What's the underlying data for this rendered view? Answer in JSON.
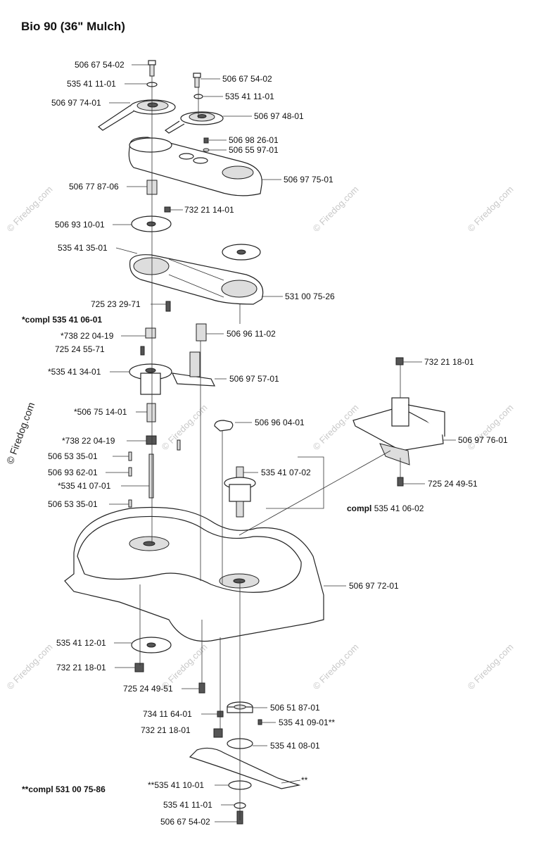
{
  "title": "Bio 90 (36\" Mulch)",
  "watermark": "© Firedog.com",
  "side_watermark": "© Firedog.com",
  "labels": {
    "l01": "506 67 54-02",
    "l02": "535 41 11-01",
    "l03": "506 97 74-01",
    "l04": "506 67 54-02",
    "l05": "535 41 11-01",
    "l06": "506 97 48-01",
    "l07": "506 98 26-01",
    "l08": "506 55 97-01",
    "l09": "506 97 75-01",
    "l10": "506 77 87-06",
    "l11": "732 21 14-01",
    "l12": "506 93 10-01",
    "l13": "535 41 35-01",
    "l14": "531 00 75-26",
    "l15": "725 23 29-71",
    "l16": "*compl 535 41 06-01",
    "l17": "*738 22 04-19",
    "l18": "506 96 11-02",
    "l19": "725 24 55-71",
    "l20": "*535 41 34-01",
    "l21": "506 97 57-01",
    "l22": "732 21 18-01",
    "l23": "*506 75 14-01",
    "l24": "506 96 04-01",
    "l25": "506 97 76-01",
    "l26": "*738 22 04-19",
    "l27": "506 53 35-01",
    "l28": "535 41 07-02",
    "l29": "506 93 62-01",
    "l30": "725 24 49-51",
    "l31": "*535 41 07-01",
    "l32": "506 53 35-01",
    "l33_prefix": "compl",
    "l33": "535 41 06-02",
    "l34": "506 97 72-01",
    "l35": "535 41 12-01",
    "l36": "732 21 18-01",
    "l37": "725 24 49-51",
    "l38": "506 51 87-01",
    "l39": "734 11 64-01",
    "l40": "535 41 09-01**",
    "l41": "732 21 18-01",
    "l42": "535 41 08-01",
    "l43": "**compl 531 00 75-86",
    "l44": "**535 41 10-01",
    "l45": "**",
    "l46": "535 41 11-01",
    "l47": "506 67 54-02"
  }
}
